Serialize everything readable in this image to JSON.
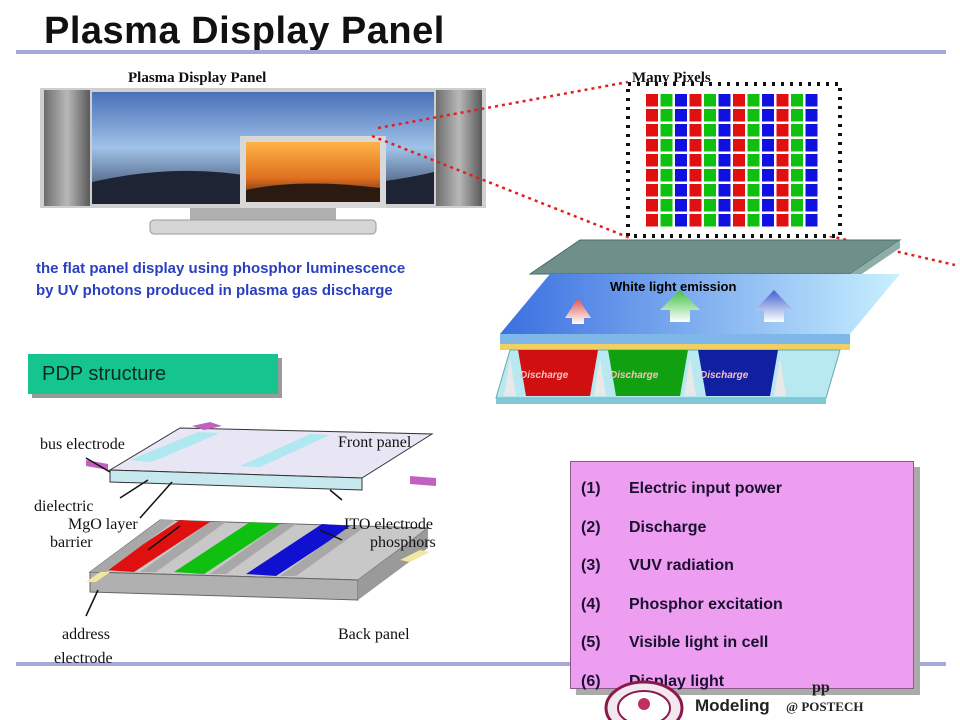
{
  "title": "Plasma Display Panel",
  "captions": {
    "left": "Plasma Display Panel",
    "right": "Many Pixels"
  },
  "description": {
    "line1": "the flat panel display using phosphor luminescence",
    "line2": "by UV photons produced in plasma gas discharge"
  },
  "emission": {
    "label": "White light emission",
    "discharge": [
      "Discharge",
      "Discharge",
      "Discharge"
    ]
  },
  "structure": {
    "badge": "PDP structure",
    "labels": {
      "bus_electrode": "bus electrode",
      "front_panel": "Front panel",
      "dielectric": "dielectric",
      "mgo_layer": "MgO layer",
      "ito_electrode": "ITO electrode",
      "barrier": "barrier",
      "phosphors": "phosphors",
      "address": "address",
      "electrode": "electrode",
      "back_panel": "Back panel"
    }
  },
  "steps": [
    {
      "num": "(1)",
      "text": "Electric input power"
    },
    {
      "num": "(2)",
      "text": "Discharge"
    },
    {
      "num": "(3)",
      "text": "VUV radiation"
    },
    {
      "num": "(4)",
      "text": "Phosphor excitation"
    },
    {
      "num": "(5)",
      "text": "Visible light in cell"
    },
    {
      "num": "(6)",
      "text": "Display light"
    }
  ],
  "footer": {
    "line_top": "pp",
    "modeling": "Modeling",
    "at_postech": "@ POSTECH"
  },
  "colors": {
    "accent_rule": "#a7a7d8",
    "badge_bg": "#16c48f",
    "desc_text": "#2a3fbf",
    "steps_bg": "#ee9ef0"
  }
}
